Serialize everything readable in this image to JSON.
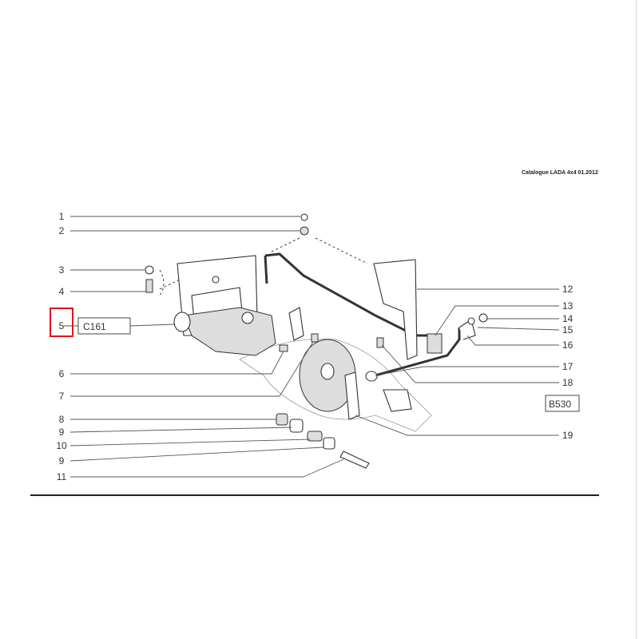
{
  "header": {
    "text": "Catalogue LADA 4x4  01.2012"
  },
  "callouts": {
    "left": [
      "1",
      "2",
      "3",
      "4",
      "5",
      "6",
      "7",
      "8",
      "9",
      "10",
      "9",
      "11"
    ],
    "right": [
      "12",
      "13",
      "14",
      "15",
      "16",
      "17",
      "18",
      "19"
    ]
  },
  "refs": {
    "c161": "C161",
    "b530": "B530"
  },
  "highlight": {
    "item": "5",
    "color": "#e0141e"
  }
}
